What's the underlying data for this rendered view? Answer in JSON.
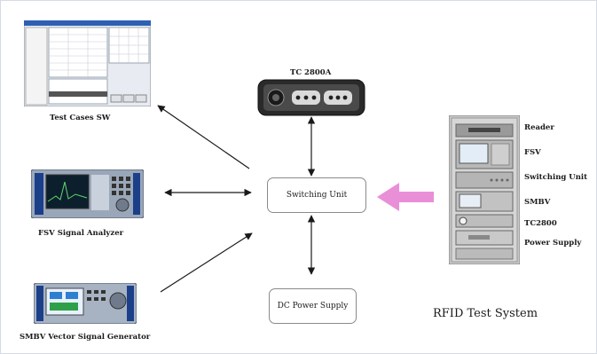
{
  "nodes": {
    "tc": "TC 2800A",
    "test_cases": "Test Cases SW",
    "fsv_analyzer": "FSV Signal Analyzer",
    "smbv": "SMBV Vector Signal Generator",
    "switching_unit": "Switching Unit",
    "dc_power": "DC Power Supply"
  },
  "rack": {
    "title": "RFID Test System",
    "labels": [
      "Reader",
      "FSV",
      "Switching Unit",
      "SMBV",
      "TC2800",
      "Power Supply"
    ]
  },
  "colors": {
    "arrow": "#1a1a1a",
    "big_arrow": "#e98fd8",
    "rack": "#c8c8c8"
  }
}
